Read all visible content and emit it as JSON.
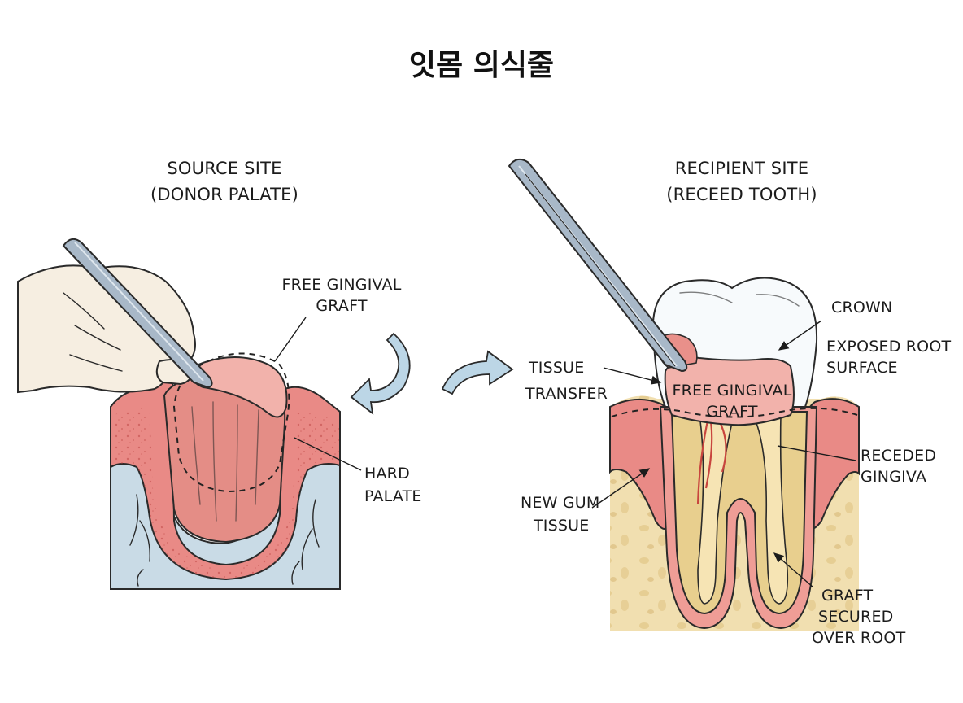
{
  "title": "잇몸 의식줄",
  "source": {
    "heading_line1": "SOURCE SITE",
    "heading_line2": "(DONOR PALATE)",
    "labels": {
      "free_graft_line1": "FREE GINGIVAL",
      "free_graft_line2": "GRAFT",
      "hard_palate_line1": "HARD",
      "hard_palate_line2": "PALATE"
    }
  },
  "recipient": {
    "heading_line1": "RECIPIENT SITE",
    "heading_line2": "(RECEED TOOTH)",
    "labels": {
      "tissue_transfer_line1": "TISSUE",
      "tissue_transfer_line2": "TRANSFER",
      "crown": "CROWN",
      "exposed_root_line1": "EXPOSED ROOT",
      "exposed_root_line2": "SURFACE",
      "graft_line1": "FREE GINGIVAL",
      "graft_line2": "GRAFT",
      "receded_line1": "RECEDED",
      "receded_line2": "GINGIVA",
      "new_gum_line1": "NEW GUM",
      "new_gum_line2": "TISSUE",
      "secured_line1": "GRAFT",
      "secured_line2": "SECURED",
      "secured_line3": "OVER ROOT"
    }
  },
  "icons": [
    "forceps-icon",
    "hand-icon",
    "tooth-icon",
    "transfer-arrow-icon"
  ],
  "colors": {
    "gum": "#e98a86",
    "gum_dark": "#c85a5a",
    "graft": "#f2b2ab",
    "bone": "#f1dfb0",
    "bone_spot": "#e0c78a",
    "palate_bone": "#c9dbe6",
    "tooth": "#f7fafc",
    "root": "#e8cf8e",
    "instrument": "#a8b8c8",
    "arrow": "#bcd6e6"
  }
}
